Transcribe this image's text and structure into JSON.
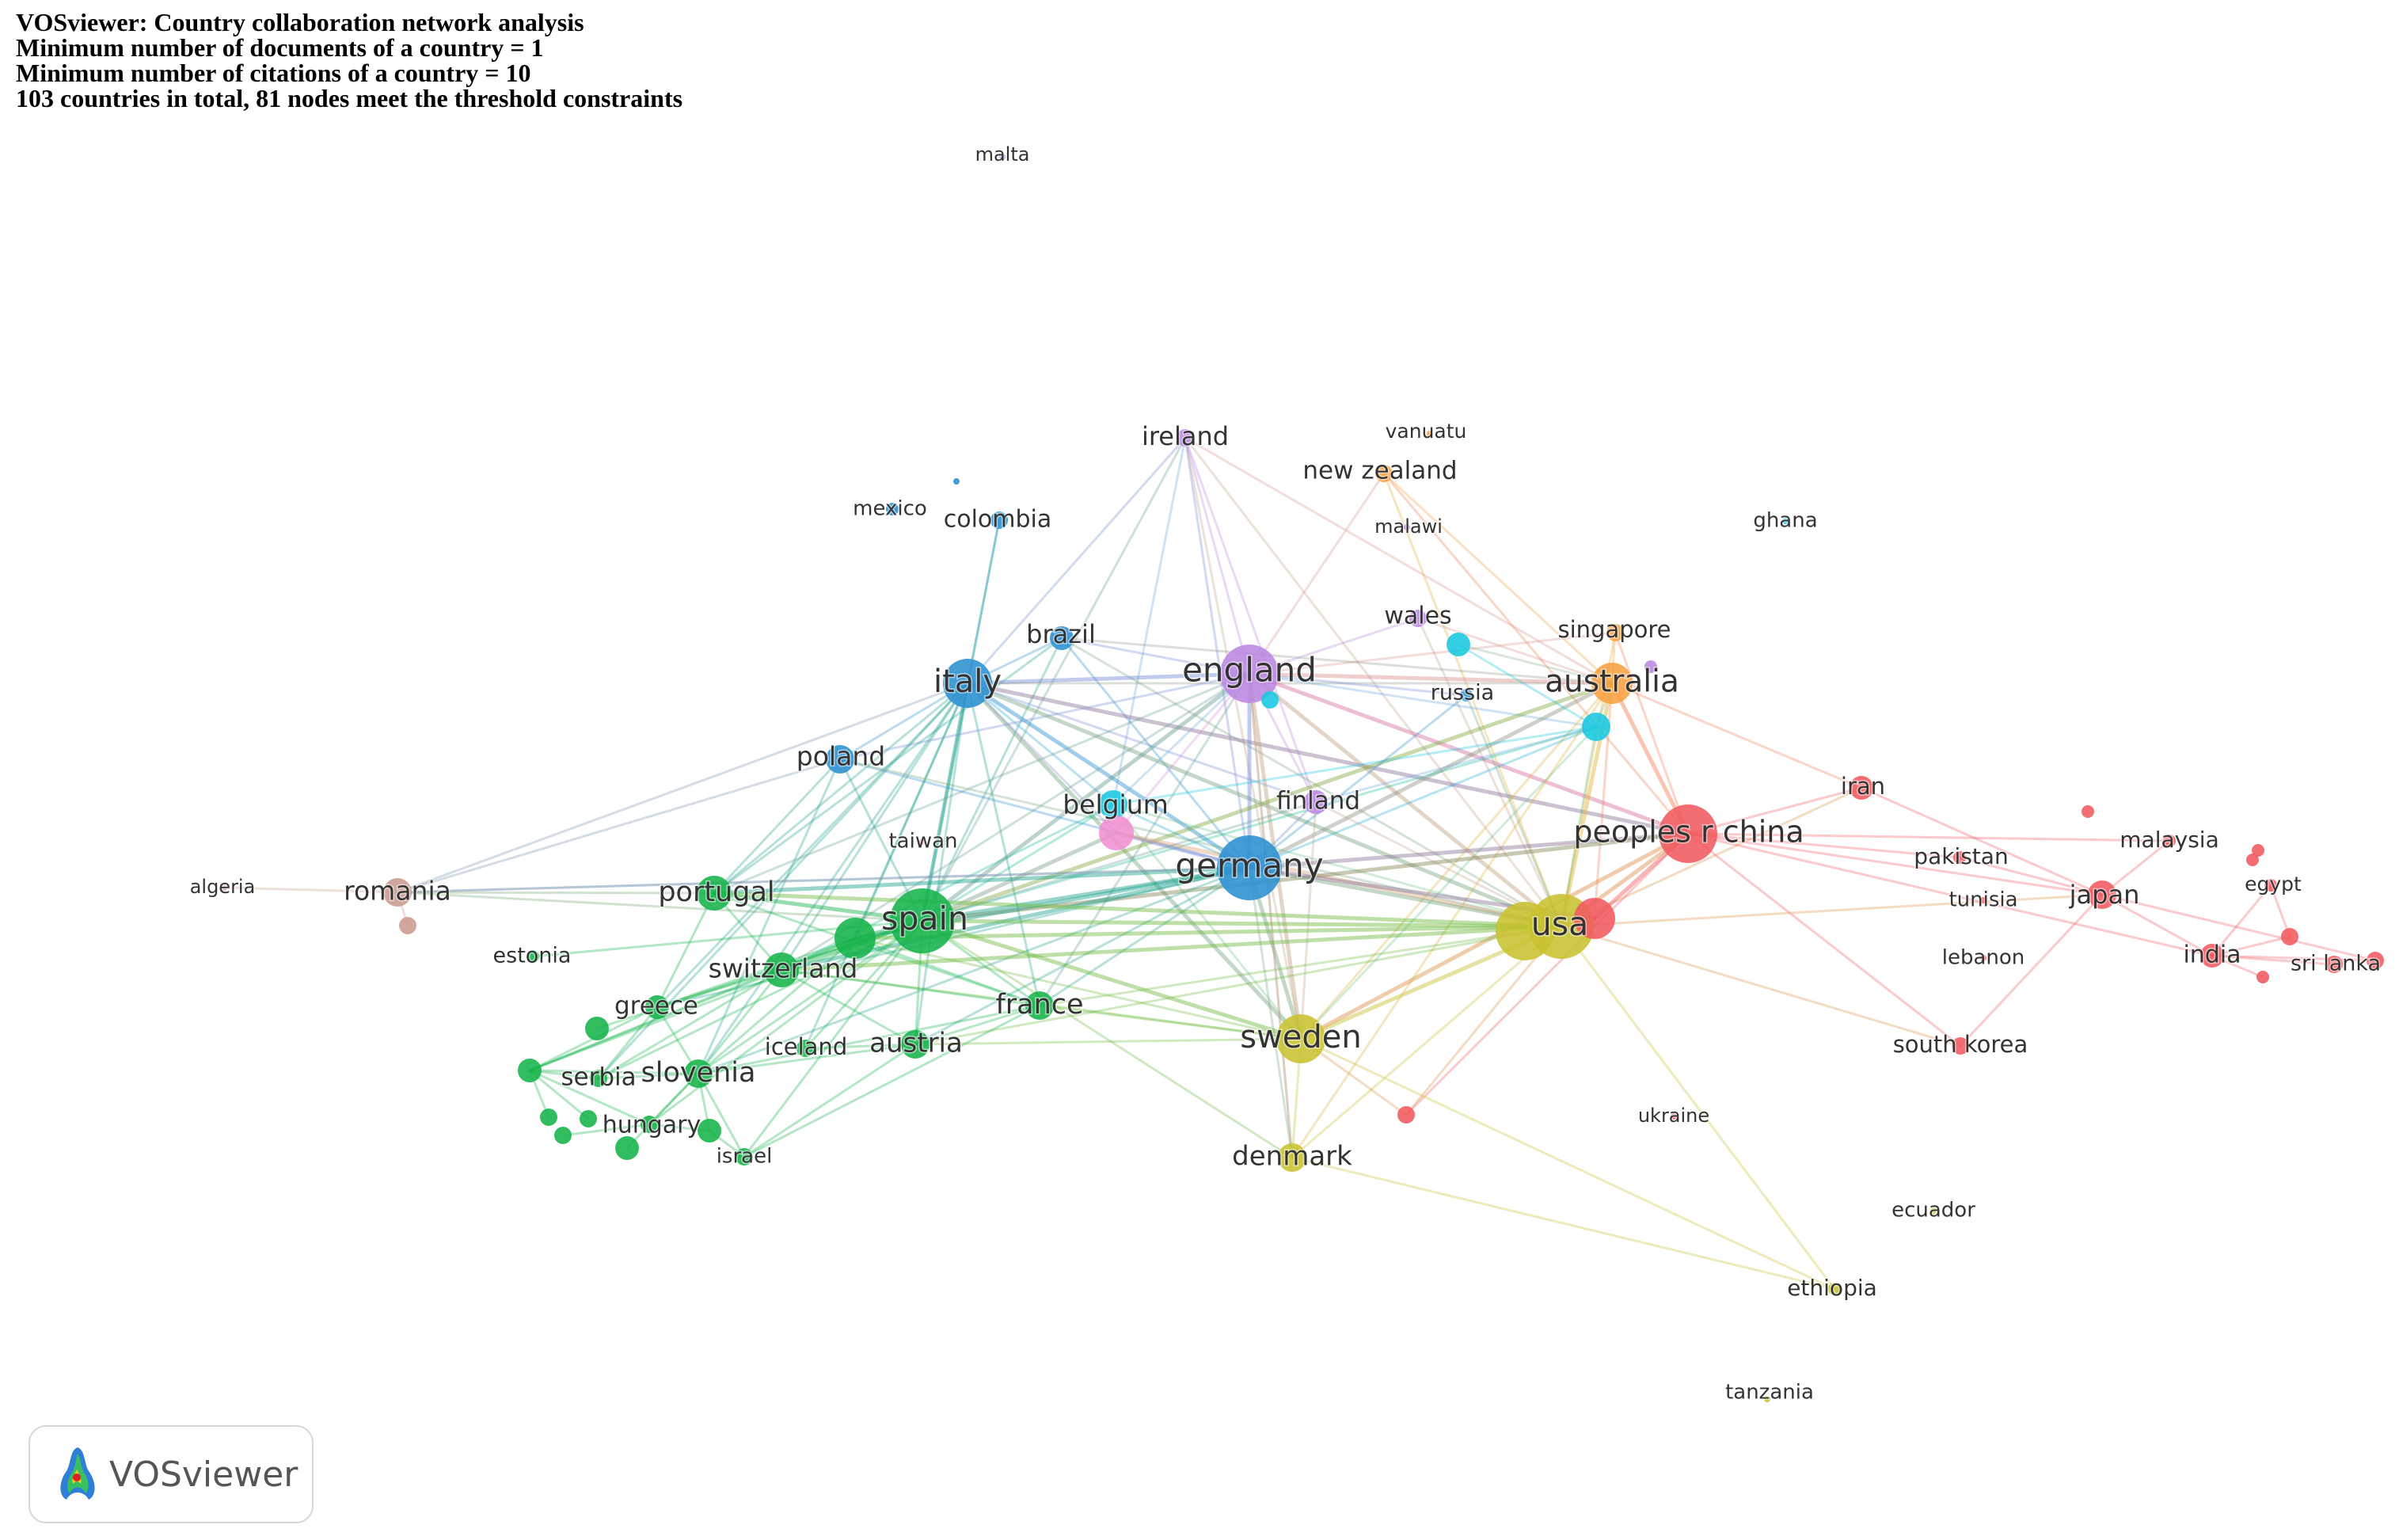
{
  "header": {
    "line1": "VOSviewer: Country collaboration network analysis",
    "line2": "Minimum number of documents of a country = 1",
    "line3": "Minimum number of citations of a country = 10",
    "line4": "103 countries in total, 81 nodes meet the threshold constraints"
  },
  "logo": {
    "text": "VOSviewer",
    "icon": "vosviewer-density-logo-icon"
  },
  "colors": {
    "red": "#f05a5f",
    "green": "#14b34a",
    "blue": "#2b90d0",
    "yellow": "#c8c230",
    "purple": "#bb88e0",
    "cyan": "#18c8e0",
    "orange": "#f7a040",
    "pink": "#f08fd0",
    "brown": "#c99b8f"
  },
  "nodes": [
    {
      "id": "malta",
      "label": "malta",
      "cluster": "purple",
      "size": 1
    },
    {
      "id": "vanuatu",
      "label": "vanuatu",
      "cluster": "orange",
      "size": 1
    },
    {
      "id": "ireland",
      "label": "ireland",
      "cluster": "purple",
      "size": 3
    },
    {
      "id": "new_zealand",
      "label": "new zealand",
      "cluster": "orange",
      "size": 3
    },
    {
      "id": "mexico",
      "label": "mexico",
      "cluster": "blue",
      "size": 2
    },
    {
      "id": "unl_blue1",
      "label": "",
      "cluster": "blue",
      "size": 1
    },
    {
      "id": "colombia",
      "label": "colombia",
      "cluster": "blue",
      "size": 3
    },
    {
      "id": "malawi",
      "label": "malawi",
      "cluster": "purple",
      "size": 1
    },
    {
      "id": "ghana",
      "label": "ghana",
      "cluster": "cyan",
      "size": 1
    },
    {
      "id": "wales",
      "label": "wales",
      "cluster": "purple",
      "size": 3
    },
    {
      "id": "singapore",
      "label": "singapore",
      "cluster": "orange",
      "size": 3
    },
    {
      "id": "brazil",
      "label": "brazil",
      "cluster": "blue",
      "size": 4
    },
    {
      "id": "italy",
      "label": "italy",
      "cluster": "blue",
      "size": 8
    },
    {
      "id": "england",
      "label": "england",
      "cluster": "purple",
      "size": 9
    },
    {
      "id": "australia",
      "label": "australia",
      "cluster": "orange",
      "size": 7
    },
    {
      "id": "russia",
      "label": "russia",
      "cluster": "blue",
      "size": 2
    },
    {
      "id": "unl_cyan1",
      "label": "",
      "cluster": "cyan",
      "size": 3
    },
    {
      "id": "unl_cyan2",
      "label": "",
      "cluster": "cyan",
      "size": 4
    },
    {
      "id": "unl_cyan3",
      "label": "",
      "cluster": "cyan",
      "size": 5
    },
    {
      "id": "unl_purple1",
      "label": "",
      "cluster": "purple",
      "size": 2
    },
    {
      "id": "poland",
      "label": "poland",
      "cluster": "blue",
      "size": 5
    },
    {
      "id": "iran",
      "label": "iran",
      "cluster": "red",
      "size": 4
    },
    {
      "id": "belgium",
      "label": "belgium",
      "cluster": "cyan",
      "size": 5
    },
    {
      "id": "unl_pink1",
      "label": "",
      "cluster": "pink",
      "size": 6
    },
    {
      "id": "finland",
      "label": "finland",
      "cluster": "purple",
      "size": 4
    },
    {
      "id": "peoples_r_china",
      "label": "peoples r china",
      "cluster": "red",
      "size": 9
    },
    {
      "id": "taiwan",
      "label": "taiwan",
      "cluster": "pink",
      "size": 1
    },
    {
      "id": "pakistan",
      "label": "pakistan",
      "cluster": "red",
      "size": 2
    },
    {
      "id": "malaysia",
      "label": "malaysia",
      "cluster": "red",
      "size": 2
    },
    {
      "id": "germany",
      "label": "germany",
      "cluster": "blue",
      "size": 10
    },
    {
      "id": "algeria",
      "label": "algeria",
      "cluster": "brown",
      "size": 1
    },
    {
      "id": "romania",
      "label": "romania",
      "cluster": "brown",
      "size": 5
    },
    {
      "id": "unl_brown1",
      "label": "",
      "cluster": "brown",
      "size": 3
    },
    {
      "id": "portugal",
      "label": "portugal",
      "cluster": "green",
      "size": 6
    },
    {
      "id": "spain",
      "label": "spain",
      "cluster": "green",
      "size": 10
    },
    {
      "id": "unl_green1",
      "label": "",
      "cluster": "green",
      "size": 7
    },
    {
      "id": "japan",
      "label": "japan",
      "cluster": "red",
      "size": 5
    },
    {
      "id": "egypt",
      "label": "egypt",
      "cluster": "red",
      "size": 2
    },
    {
      "id": "unl_red1",
      "label": "",
      "cluster": "red",
      "size": 2
    },
    {
      "id": "unl_red2",
      "label": "",
      "cluster": "red",
      "size": 2
    },
    {
      "id": "unl_red3",
      "label": "",
      "cluster": "red",
      "size": 2
    },
    {
      "id": "tunisia",
      "label": "tunisia",
      "cluster": "red",
      "size": 1
    },
    {
      "id": "usa",
      "label": "usa",
      "cluster": "yellow",
      "size": 10
    },
    {
      "id": "unl_yellow1",
      "label": "",
      "cluster": "yellow",
      "size": 9
    },
    {
      "id": "unl_red4",
      "label": "",
      "cluster": "red",
      "size": 7
    },
    {
      "id": "estonia",
      "label": "estonia",
      "cluster": "green",
      "size": 2
    },
    {
      "id": "switzerland",
      "label": "switzerland",
      "cluster": "green",
      "size": 6
    },
    {
      "id": "lebanon",
      "label": "lebanon",
      "cluster": "red",
      "size": 1
    },
    {
      "id": "india",
      "label": "india",
      "cluster": "red",
      "size": 4
    },
    {
      "id": "unl_red5",
      "label": "",
      "cluster": "red",
      "size": 3
    },
    {
      "id": "sri_lanka",
      "label": "sri lanka",
      "cluster": "red",
      "size": 3
    },
    {
      "id": "unl_red6",
      "label": "",
      "cluster": "red",
      "size": 3
    },
    {
      "id": "unl_red7",
      "label": "",
      "cluster": "red",
      "size": 2
    },
    {
      "id": "greece",
      "label": "greece",
      "cluster": "green",
      "size": 4
    },
    {
      "id": "france",
      "label": "france",
      "cluster": "green",
      "size": 5
    },
    {
      "id": "unl_green2",
      "label": "",
      "cluster": "green",
      "size": 4
    },
    {
      "id": "sweden",
      "label": "sweden",
      "cluster": "yellow",
      "size": 8
    },
    {
      "id": "south_korea",
      "label": "south korea",
      "cluster": "red",
      "size": 3
    },
    {
      "id": "austria",
      "label": "austria",
      "cluster": "green",
      "size": 5
    },
    {
      "id": "iceland",
      "label": "iceland",
      "cluster": "green",
      "size": 3
    },
    {
      "id": "unl_green3",
      "label": "",
      "cluster": "green",
      "size": 4
    },
    {
      "id": "serbia",
      "label": "serbia",
      "cluster": "green",
      "size": 3
    },
    {
      "id": "slovenia",
      "label": "slovenia",
      "cluster": "green",
      "size": 5
    },
    {
      "id": "unl_red8",
      "label": "",
      "cluster": "red",
      "size": 3
    },
    {
      "id": "ukraine",
      "label": "ukraine",
      "cluster": "red",
      "size": 1
    },
    {
      "id": "unl_green4",
      "label": "",
      "cluster": "green",
      "size": 3
    },
    {
      "id": "unl_green5",
      "label": "",
      "cluster": "green",
      "size": 3
    },
    {
      "id": "unl_green6",
      "label": "",
      "cluster": "green",
      "size": 3
    },
    {
      "id": "hungary",
      "label": "hungary",
      "cluster": "green",
      "size": 3
    },
    {
      "id": "unl_green7",
      "label": "",
      "cluster": "green",
      "size": 4
    },
    {
      "id": "unl_green8",
      "label": "",
      "cluster": "green",
      "size": 4
    },
    {
      "id": "israel",
      "label": "israel",
      "cluster": "green",
      "size": 3
    },
    {
      "id": "denmark",
      "label": "denmark",
      "cluster": "yellow",
      "size": 5
    },
    {
      "id": "ecuador",
      "label": "ecuador",
      "cluster": "yellow",
      "size": 1
    },
    {
      "id": "ethiopia",
      "label": "ethiopia",
      "cluster": "yellow",
      "size": 2
    },
    {
      "id": "tanzania",
      "label": "tanzania",
      "cluster": "yellow",
      "size": 1
    }
  ],
  "links": [
    [
      "ireland",
      "england"
    ],
    [
      "ireland",
      "italy"
    ],
    [
      "ireland",
      "germany"
    ],
    [
      "ireland",
      "belgium"
    ],
    [
      "ireland",
      "usa"
    ],
    [
      "ireland",
      "spain"
    ],
    [
      "ireland",
      "sweden"
    ],
    [
      "ireland",
      "australia"
    ],
    [
      "ireland",
      "finland"
    ],
    [
      "new_zealand",
      "england"
    ],
    [
      "new_zealand",
      "australia"
    ],
    [
      "new_zealand",
      "usa"
    ],
    [
      "new_zealand",
      "peoples_r_china"
    ],
    [
      "colombia",
      "italy"
    ],
    [
      "colombia",
      "spain"
    ],
    [
      "wales",
      "england"
    ],
    [
      "wales",
      "usa"
    ],
    [
      "wales",
      "australia"
    ],
    [
      "singapore",
      "australia"
    ],
    [
      "singapore",
      "peoples_r_china"
    ],
    [
      "singapore",
      "usa"
    ],
    [
      "singapore",
      "england"
    ],
    [
      "brazil",
      "italy"
    ],
    [
      "brazil",
      "germany"
    ],
    [
      "brazil",
      "usa"
    ],
    [
      "brazil",
      "spain"
    ],
    [
      "brazil",
      "england"
    ],
    [
      "brazil",
      "portugal"
    ],
    [
      "brazil",
      "australia"
    ],
    [
      "italy",
      "england"
    ],
    [
      "italy",
      "germany"
    ],
    [
      "italy",
      "spain"
    ],
    [
      "italy",
      "usa"
    ],
    [
      "italy",
      "poland"
    ],
    [
      "italy",
      "portugal"
    ],
    [
      "italy",
      "switzerland"
    ],
    [
      "italy",
      "france"
    ],
    [
      "italy",
      "austria"
    ],
    [
      "italy",
      "belgium"
    ],
    [
      "italy",
      "australia"
    ],
    [
      "italy",
      "peoples_r_china"
    ],
    [
      "italy",
      "greece"
    ],
    [
      "italy",
      "slovenia"
    ],
    [
      "italy",
      "serbia"
    ],
    [
      "italy",
      "sweden"
    ],
    [
      "italy",
      "unl_green1"
    ],
    [
      "italy",
      "finland"
    ],
    [
      "italy",
      "iceland"
    ],
    [
      "england",
      "germany"
    ],
    [
      "england",
      "spain"
    ],
    [
      "england",
      "usa"
    ],
    [
      "england",
      "australia"
    ],
    [
      "england",
      "peoples_r_china"
    ],
    [
      "england",
      "sweden"
    ],
    [
      "england",
      "belgium"
    ],
    [
      "england",
      "finland"
    ],
    [
      "england",
      "switzerland"
    ],
    [
      "england",
      "france"
    ],
    [
      "england",
      "portugal"
    ],
    [
      "england",
      "denmark"
    ],
    [
      "england",
      "unl_cyan3"
    ],
    [
      "england",
      "poland"
    ],
    [
      "australia",
      "usa"
    ],
    [
      "australia",
      "peoples_r_china"
    ],
    [
      "australia",
      "germany"
    ],
    [
      "australia",
      "sweden"
    ],
    [
      "australia",
      "spain"
    ],
    [
      "australia",
      "iran"
    ],
    [
      "australia",
      "unl_red4"
    ],
    [
      "australia",
      "denmark"
    ],
    [
      "australia",
      "unl_cyan3"
    ],
    [
      "unl_cyan2",
      "australia"
    ],
    [
      "unl_cyan2",
      "unl_cyan3"
    ],
    [
      "unl_cyan3",
      "germany"
    ],
    [
      "unl_cyan3",
      "belgium"
    ],
    [
      "unl_cyan3",
      "usa"
    ],
    [
      "unl_cyan3",
      "spain"
    ],
    [
      "unl_cyan3",
      "finland"
    ],
    [
      "unl_cyan3",
      "sweden"
    ],
    [
      "russia",
      "england"
    ],
    [
      "russia",
      "germany"
    ],
    [
      "russia",
      "usa"
    ],
    [
      "poland",
      "germany"
    ],
    [
      "poland",
      "spain"
    ],
    [
      "poland",
      "romania"
    ],
    [
      "poland",
      "usa"
    ],
    [
      "poland",
      "slovenia"
    ],
    [
      "poland",
      "portugal"
    ],
    [
      "iran",
      "peoples_r_china"
    ],
    [
      "iran",
      "usa"
    ],
    [
      "iran",
      "japan"
    ],
    [
      "belgium",
      "germany"
    ],
    [
      "belgium",
      "spain"
    ],
    [
      "belgium",
      "usa"
    ],
    [
      "belgium",
      "switzerland"
    ],
    [
      "belgium",
      "sweden"
    ],
    [
      "unl_pink1",
      "germany"
    ],
    [
      "unl_pink1",
      "italy"
    ],
    [
      "unl_pink1",
      "england"
    ],
    [
      "unl_pink1",
      "usa"
    ],
    [
      "unl_pink1",
      "spain"
    ],
    [
      "finland",
      "germany"
    ],
    [
      "finland",
      "usa"
    ],
    [
      "finland",
      "sweden"
    ],
    [
      "finland",
      "spain"
    ],
    [
      "peoples_r_china",
      "usa"
    ],
    [
      "peoples_r_china",
      "germany"
    ],
    [
      "peoples_r_china",
      "pakistan"
    ],
    [
      "peoples_r_china",
      "japan"
    ],
    [
      "peoples_r_china",
      "south_korea"
    ],
    [
      "peoples_r_china",
      "malaysia"
    ],
    [
      "peoples_r_china",
      "india"
    ],
    [
      "peoples_r_china",
      "unl_red4"
    ],
    [
      "peoples_r_china",
      "sweden"
    ],
    [
      "peoples_r_china",
      "spain"
    ],
    [
      "peoples_r_china",
      "unl_red8"
    ],
    [
      "germany",
      "usa"
    ],
    [
      "germany",
      "spain"
    ],
    [
      "germany",
      "sweden"
    ],
    [
      "germany",
      "switzerland"
    ],
    [
      "germany",
      "france"
    ],
    [
      "germany",
      "austria"
    ],
    [
      "germany",
      "portugal"
    ],
    [
      "germany",
      "denmark"
    ],
    [
      "germany",
      "romania"
    ],
    [
      "germany",
      "unl_red4"
    ],
    [
      "germany",
      "greece"
    ],
    [
      "germany",
      "slovenia"
    ],
    [
      "germany",
      "unl_green1"
    ],
    [
      "algeria",
      "romania"
    ],
    [
      "romania",
      "italy"
    ],
    [
      "romania",
      "spain"
    ],
    [
      "romania",
      "portugal"
    ],
    [
      "romania",
      "germany"
    ],
    [
      "romania",
      "unl_brown1"
    ],
    [
      "portugal",
      "spain"
    ],
    [
      "portugal",
      "usa"
    ],
    [
      "portugal",
      "switzerland"
    ],
    [
      "portugal",
      "france"
    ],
    [
      "portugal",
      "greece"
    ],
    [
      "spain",
      "usa"
    ],
    [
      "spain",
      "sweden"
    ],
    [
      "spain",
      "switzerland"
    ],
    [
      "spain",
      "france"
    ],
    [
      "spain",
      "austria"
    ],
    [
      "spain",
      "greece"
    ],
    [
      "spain",
      "slovenia"
    ],
    [
      "spain",
      "serbia"
    ],
    [
      "spain",
      "unl_green2"
    ],
    [
      "spain",
      "hungary"
    ],
    [
      "spain",
      "israel"
    ],
    [
      "spain",
      "iceland"
    ],
    [
      "spain",
      "unl_green1"
    ],
    [
      "spain",
      "unl_green3"
    ],
    [
      "spain",
      "estonia"
    ],
    [
      "spain",
      "denmark"
    ],
    [
      "unl_green1",
      "usa"
    ],
    [
      "unl_green1",
      "switzerland"
    ],
    [
      "unl_green1",
      "greece"
    ],
    [
      "unl_green1",
      "unl_green3"
    ],
    [
      "unl_green1",
      "slovenia"
    ],
    [
      "unl_green1",
      "sweden"
    ],
    [
      "unl_green1",
      "france"
    ],
    [
      "japan",
      "pakistan"
    ],
    [
      "japan",
      "india"
    ],
    [
      "japan",
      "malaysia"
    ],
    [
      "japan",
      "usa"
    ],
    [
      "japan",
      "south_korea"
    ],
    [
      "japan",
      "unl_red6"
    ],
    [
      "egypt",
      "india"
    ],
    [
      "egypt",
      "unl_red5"
    ],
    [
      "sri_lanka",
      "india"
    ],
    [
      "unl_red7",
      "india"
    ],
    [
      "unl_red6",
      "india"
    ],
    [
      "unl_red5",
      "india"
    ],
    [
      "usa",
      "sweden"
    ],
    [
      "usa",
      "switzerland"
    ],
    [
      "usa",
      "france"
    ],
    [
      "usa",
      "denmark"
    ],
    [
      "usa",
      "south_korea"
    ],
    [
      "usa",
      "austria"
    ],
    [
      "usa",
      "unl_red4"
    ],
    [
      "usa",
      "unl_yellow1"
    ],
    [
      "usa",
      "ethiopia"
    ],
    [
      "usa",
      "unl_red8"
    ],
    [
      "switzerland",
      "sweden"
    ],
    [
      "switzerland",
      "france"
    ],
    [
      "switzerland",
      "austria"
    ],
    [
      "switzerland",
      "greece"
    ],
    [
      "switzerland",
      "unl_green3"
    ],
    [
      "switzerland",
      "slovenia"
    ],
    [
      "switzerland",
      "serbia"
    ],
    [
      "greece",
      "slovenia"
    ],
    [
      "greece",
      "unl_green3"
    ],
    [
      "greece",
      "serbia"
    ],
    [
      "france",
      "sweden"
    ],
    [
      "france",
      "austria"
    ],
    [
      "france",
      "slovenia"
    ],
    [
      "france",
      "israel"
    ],
    [
      "sweden",
      "denmark"
    ],
    [
      "sweden",
      "austria"
    ],
    [
      "sweden",
      "ethiopia"
    ],
    [
      "sweden",
      "unl_red8"
    ],
    [
      "denmark",
      "ethiopia"
    ],
    [
      "denmark",
      "england"
    ],
    [
      "austria",
      "slovenia"
    ],
    [
      "austria",
      "iceland"
    ],
    [
      "austria",
      "israel"
    ],
    [
      "slovenia",
      "serbia"
    ],
    [
      "slovenia",
      "hungary"
    ],
    [
      "slovenia",
      "unl_green7"
    ],
    [
      "slovenia",
      "unl_green8"
    ],
    [
      "slovenia",
      "israel"
    ],
    [
      "slovenia",
      "unl_green3"
    ],
    [
      "unl_green3",
      "serbia"
    ],
    [
      "unl_green3",
      "hungary"
    ],
    [
      "unl_green3",
      "unl_green4"
    ],
    [
      "unl_green3",
      "unl_green5"
    ],
    [
      "hungary",
      "unl_green6"
    ],
    [
      "hungary",
      "unl_green7"
    ],
    [
      "unl_green7",
      "israel"
    ]
  ]
}
